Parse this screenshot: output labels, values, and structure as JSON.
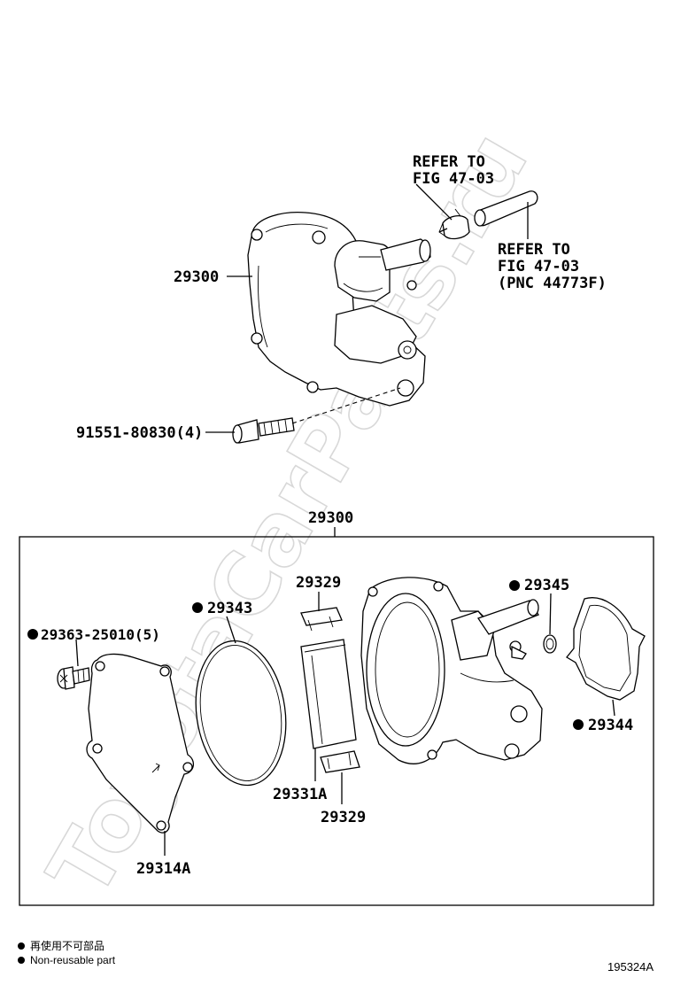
{
  "watermark": "ToyotaCarParts.ru",
  "labels": {
    "refer_top_1": "REFER TO",
    "refer_top_2": "FIG 47-03",
    "refer_right_1": "REFER TO",
    "refer_right_2": "FIG 47-03",
    "refer_right_3": "(PNC 44773F)",
    "pump_main": "29300",
    "bolt": "91551-80830(4)",
    "box_title": "29300",
    "p29329_top": "29329",
    "p29343": "29343",
    "p29363": "29363-25010(5)",
    "p29345": "29345",
    "p29344": "29344",
    "p29331a": "29331A",
    "p29329_bottom": "29329",
    "p29314a": "29314A"
  },
  "legend": {
    "line_jp": "再使用不可部品",
    "line_en": "Non-reusable part"
  },
  "figure_code": "195324A"
}
